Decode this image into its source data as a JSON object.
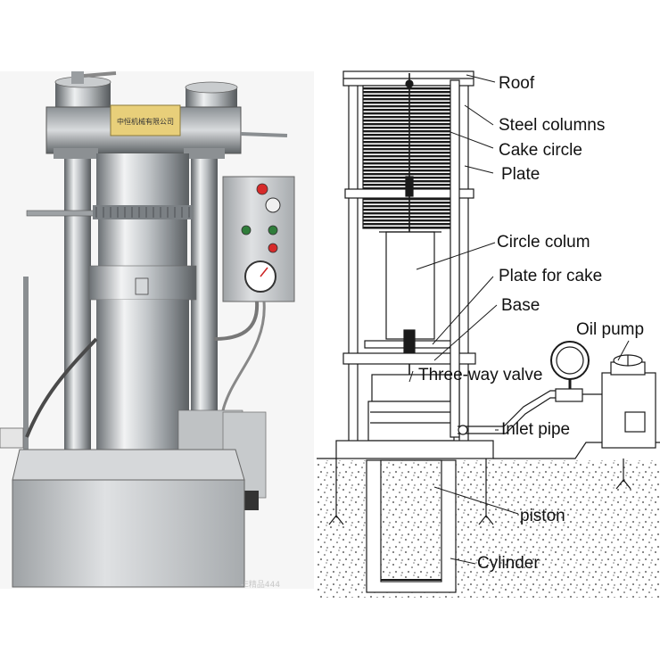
{
  "photo": {
    "nameplate_text": "中恒机械有限公司",
    "watermark_text": "-E精品444"
  },
  "labels": {
    "roof": "Roof",
    "steel_columns": "Steel columns",
    "cake_circle": "Cake circle",
    "plate": "Plate",
    "circle_colum": "Circle colum",
    "plate_for_cake": "Plate for cake",
    "base": "Base",
    "oil_pump": "Oil pump",
    "three_way_valve": "Three-way valve",
    "inlet_pipe": "Inlet pipe",
    "piston": "piston",
    "cylinder": "Cylinder"
  },
  "colors": {
    "steel_light": "#e4e6e8",
    "steel_dark": "#6f7478",
    "nameplate": "#e8cf7a",
    "red_button": "#d62a2a",
    "green_button": "#2f7d3a",
    "line": "#1a1a1a"
  }
}
